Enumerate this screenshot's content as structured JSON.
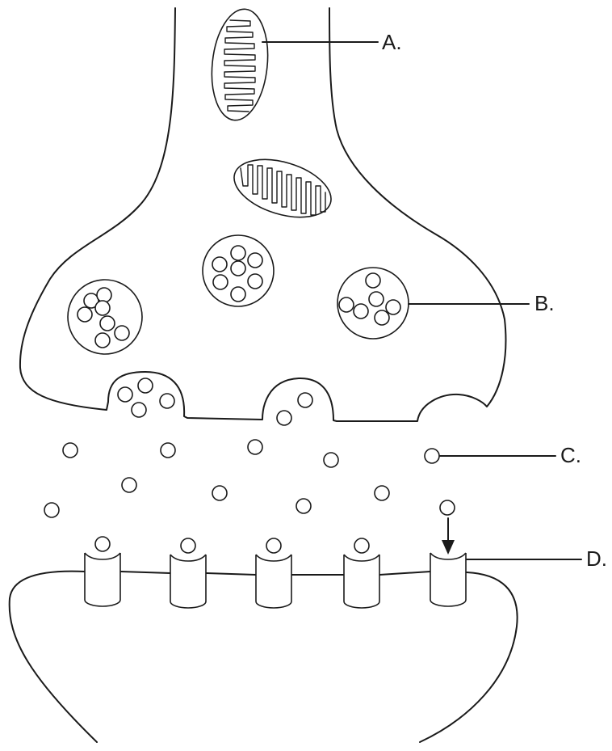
{
  "labels": {
    "a": "A.",
    "b": "B.",
    "c": "C.",
    "d": "D."
  },
  "colors": {
    "line": "#1a1a1a",
    "background": "#ffffff"
  }
}
